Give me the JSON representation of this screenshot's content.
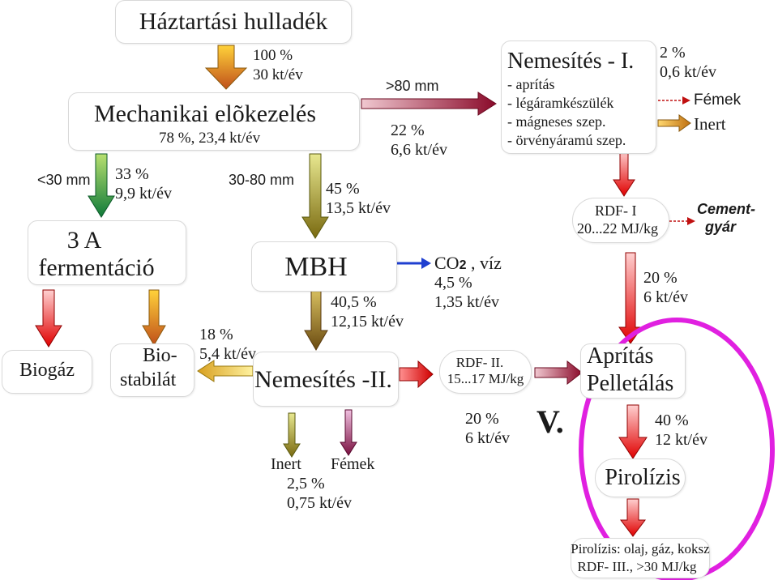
{
  "title": "Háztartási hulladék",
  "flow_100": {
    "pct": "100 %",
    "rate": "30 kt/év"
  },
  "mech": {
    "title": "Mechanikai elõkezelés",
    "sub": "78 %,  23,4 kt/év"
  },
  "size_lt30": "<30 mm",
  "flow_33": {
    "pct": "33 %",
    "rate": "9,9 kt/év"
  },
  "size_30_80": "30-80 mm",
  "flow_45": {
    "pct": "45 %",
    "rate": "13,5 kt/év"
  },
  "size_gt80": ">80 mm",
  "flow_22": {
    "pct": "22 %",
    "rate": "6,6 kt/év"
  },
  "fermentacio": {
    "line1": "3 A",
    "line2": "fermentáció"
  },
  "biogaz": "Biogáz",
  "biostabilat": {
    "line1": "Bio-",
    "line2": "stabilát"
  },
  "flow_18": {
    "pct": "18 %",
    "rate": "5,4 kt/év"
  },
  "mbh": "MBH",
  "flow_40": {
    "pct": "40,5 %",
    "rate": "12,15 kt/év"
  },
  "co2": {
    "co": "CO",
    "sub": "2",
    "rest": " , víz",
    "pct": "4,5 %",
    "rate": "1,35 kt/év"
  },
  "nemesites2": "Nemesítés -II.",
  "inert_femek_bottom": {
    "inert": "Inert",
    "femek": "Fémek",
    "pct": "2,5 %",
    "rate": "0,75 kt/év"
  },
  "rdf2": {
    "line1": "RDF- II.",
    "line2": "15...17 MJ/kg"
  },
  "flow_20_rdf2": {
    "pct": "20 %",
    "rate": "6 kt/év"
  },
  "v_label": "V.",
  "nemesites1": {
    "title": "Nemesítés - I.",
    "items": [
      "- aprítás",
      "- légáramkészülék",
      "- mágneses szep.",
      "- örvényáramú szep."
    ]
  },
  "flow_2": {
    "pct": "2 %",
    "rate": "0,6 kt/év"
  },
  "femek_right": "Fémek",
  "inert_right": "Inert",
  "rdf1": {
    "line1": "RDF- I",
    "line2": "20...22 MJ/kg"
  },
  "cement": {
    "line1": "Cement-",
    "line2": "gyár"
  },
  "flow_20_rdf1": {
    "pct": "20 %",
    "rate": "6 kt/év"
  },
  "aprit": {
    "line1": "Aprítás",
    "line2": "Pelletálás"
  },
  "flow_40b": {
    "pct": "40 %",
    "rate": "12 kt/év"
  },
  "pirolizis": "Pirolízis",
  "pirolizis_out": {
    "line1": "Pirolízis: olaj, gáz, koksz",
    "line2": "RDF- III., >30 MJ/kg"
  },
  "colors": {
    "accent_ellipse": "#e020e0",
    "arrow_red": "#e01010",
    "arrow_orange": "#d07a10",
    "arrow_green": "#1a8a3a",
    "arrow_blue": "#1f3fd0",
    "arrow_maroon": "#8a1a4a",
    "arrow_olive": "#8a8a10"
  }
}
